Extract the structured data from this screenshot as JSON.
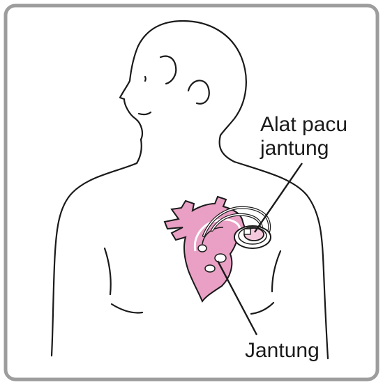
{
  "labels": {
    "pacemaker_line1": "Alat pacu",
    "pacemaker_line2": "jantung",
    "heart": "Jantung"
  },
  "colors": {
    "frame": "#9d9d9d",
    "outline": "#1a1a1a",
    "heart_fill": "#e9a0c4",
    "heart_stroke": "#1a1a1a",
    "device_fill": "#f4c9dd"
  },
  "icons": {
    "figure": "human-torso-outline",
    "heart": "heart-icon",
    "pacemaker": "pacemaker-device-icon"
  }
}
